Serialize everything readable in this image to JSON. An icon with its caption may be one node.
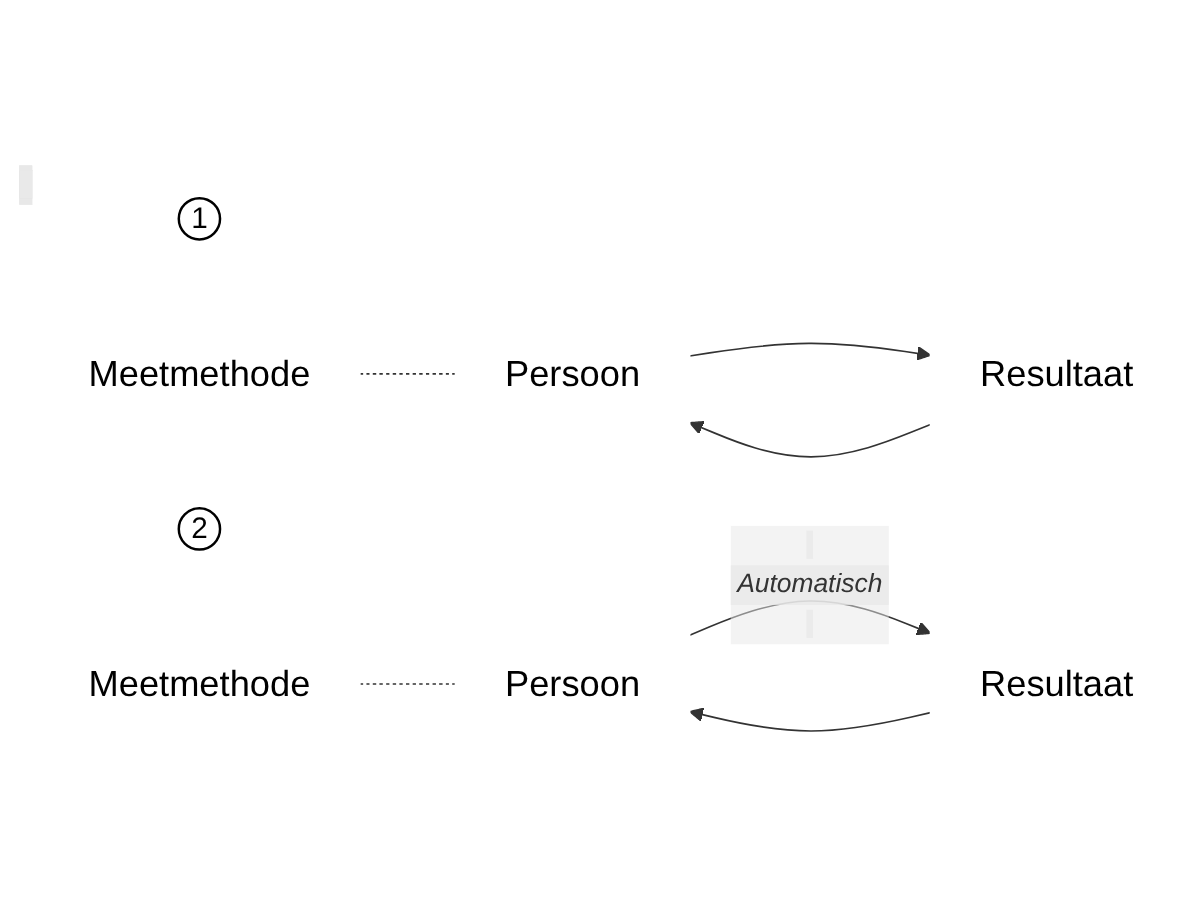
{
  "diagram": {
    "nodes": [
      {
        "text": [
          "1"
        ]
      },
      {
        "text": [
          "Meetmethode"
        ]
      },
      {
        "text": [
          "Persoon"
        ]
      },
      {
        "text": [
          "Resultaat"
        ]
      },
      {
        "text": [
          "2"
        ]
      },
      {
        "text": [
          "Meetmethode"
        ]
      },
      {
        "text": [
          "Persoon"
        ]
      },
      {
        "text": [
          "Resultaat"
        ]
      }
    ],
    "edges": [
      {
        "from": 1,
        "to": 2,
        "arrow": "none",
        "style": "dashed"
      },
      {
        "from": 3,
        "to": 2,
        "arrow": "to"
      },
      {
        "from": 2,
        "to": 3,
        "arrow": "to"
      },
      {
        "from": 5,
        "to": 6,
        "arrow": "none",
        "style": "dashed"
      },
      {
        "from": 7,
        "to": 6,
        "arrow": "to"
      },
      {
        "from": 6,
        "to": 7,
        "arrow": "to",
        "label": "Automatisch"
      }
    ]
  }
}
